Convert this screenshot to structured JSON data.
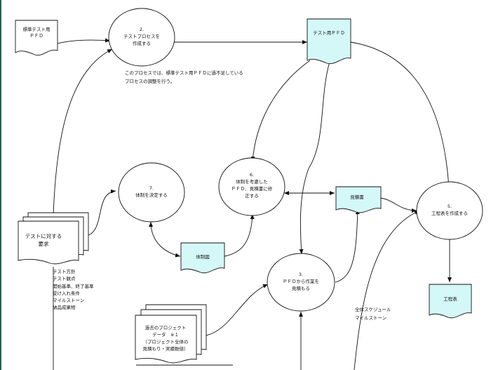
{
  "colors": {
    "doc_fill": "#d4f7f7",
    "line": "#111111",
    "border": "#2f5f4f"
  },
  "documents": {
    "std_pfd": [
      "標準テスト用",
      "ＰＦＤ"
    ],
    "test_pfd": "テスト用ＰＦＤ",
    "estimate": "見積書",
    "org_chart": "体制図",
    "schedule_doc": "工程表",
    "requirements": [
      "テストに対する",
      "要求"
    ],
    "past_data": [
      "過去のプロジェクト",
      "データ　※１",
      "（プロジェクト全体の",
      "見積もり・実績数値）"
    ]
  },
  "processes": {
    "p2": [
      "2.",
      "テストプロセスを",
      "作成する"
    ],
    "p7": [
      "7.",
      "体制を決定する"
    ],
    "p6": [
      "6.",
      "体制を考慮した",
      "ＰＦＤ、見積書に修",
      "正する"
    ],
    "p3": [
      "3.",
      "ＰＦＤから作業を",
      "見積もる"
    ],
    "p5": [
      "5.",
      "工程表を作成する"
    ]
  },
  "notes": {
    "process_note": [
      "このプロセスでは、標準テスト用ＰＦＤに過不足している",
      "プロセスの調整を行う。"
    ],
    "requirement_items": [
      "テスト方針",
      "テスト観点",
      "開始基準、終了基準",
      "受け入れ条件",
      "マイルストーン",
      "納品成果物"
    ],
    "schedule_items": [
      "全体スケジュール",
      "マイルストーン"
    ]
  }
}
